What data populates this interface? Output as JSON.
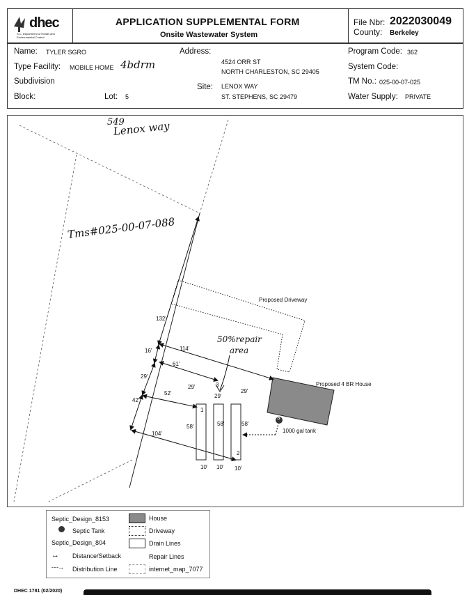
{
  "header": {
    "logo_text": "dhec",
    "logo_caption": "S.C. Department of Health and Environmental Control",
    "title": "APPLICATION SUPPLEMENTAL FORM",
    "subtitle": "Onsite Wastewater System",
    "file_nbr_label": "File Nbr:",
    "file_nbr_value": "2022030049",
    "county_label": "County:",
    "county_value": "Berkeley"
  },
  "info": {
    "name_label": "Name:",
    "name_value": "TYLER SGRO",
    "type_label": "Type Facility:",
    "type_value": "MOBILE HOME",
    "type_handwritten": "4bdrm",
    "subdivision_label": "Subdivision",
    "block_label": "Block:",
    "lot_label": "Lot:",
    "lot_value": "5",
    "address_label": "Address:",
    "address_line1": "4524   ORR ST",
    "address_line2": "NORTH CHARLESTON, SC 29405",
    "site_label": "Site:",
    "site_line1": "LENOX WAY",
    "site_line2": "ST. STEPHENS, SC 29479",
    "program_label": "Program Code:",
    "program_value": "362",
    "system_label": "System Code:",
    "tm_label": "TM No.:",
    "tm_value": "025-00-07-025",
    "water_label": "Water Supply:",
    "water_value": "PRIVATE"
  },
  "sketch": {
    "hand_address_1": "549",
    "hand_address_2": "Lenox way",
    "hand_tms": "Tms#025-00-07-088",
    "hand_repair_1": "50%repair",
    "hand_repair_2": "area",
    "driveway_label": "Proposed Driveway",
    "house_label": "Proposed 4 BR House",
    "tank_label": "1000 gal tank",
    "tank_symbol": "S",
    "dims": {
      "d132": "132'",
      "d16": "16'",
      "d114": "114'",
      "d61": "61'",
      "d29a": "29'",
      "d52": "52'",
      "d29b": "29'",
      "d29c": "29'",
      "d29d": "29'",
      "d42": "42'",
      "d104": "104'",
      "d58a": "58'",
      "d58b": "58'",
      "d58c": "58'",
      "d10a": "10'",
      "d10b": "10'",
      "d10c": "10'",
      "n1": "1",
      "n2": "2",
      "n3": "3"
    }
  },
  "legend": {
    "design1": "Septic_Design_8153",
    "septic_tank": "Septic Tank",
    "design2": "Septic_Design_804",
    "distance": "Distance/Setback",
    "distribution": "Distribution Line",
    "house": "House",
    "driveway": "Driveway",
    "drain_lines": "Drain Lines",
    "repair_lines": "Repair Lines",
    "internet_map": "internet_map_7077"
  },
  "footer": {
    "form_id": "DHEC 1781 (02/2020)"
  },
  "colors": {
    "house_fill": "#8a8a8a",
    "ink": "#111111"
  }
}
